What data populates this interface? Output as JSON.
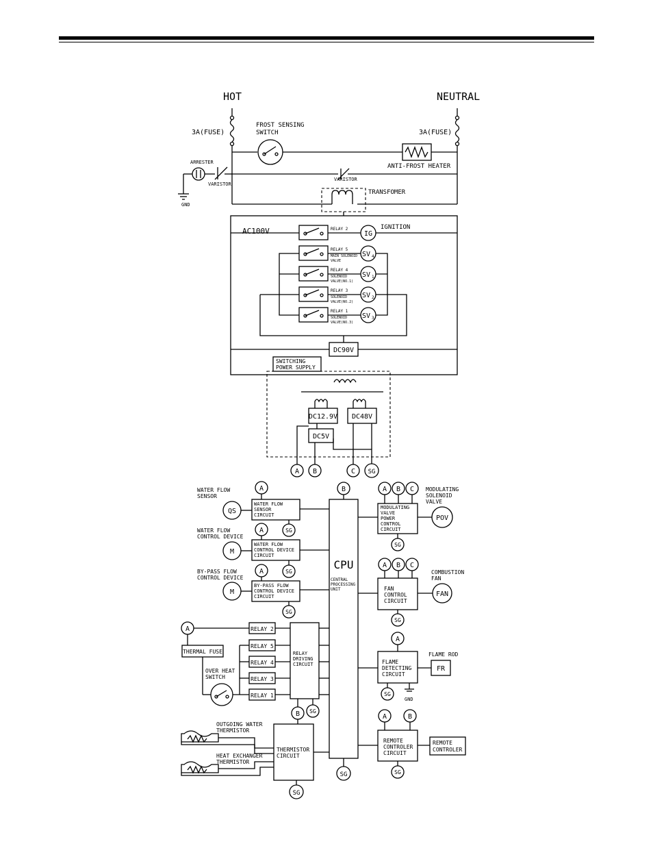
{
  "power": {
    "hot": "HOT",
    "neutral": "NEUTRAL",
    "fuse_left": "3A(FUSE)",
    "fuse_right": "3A(FUSE)",
    "frost_switch_1": "FROST SENSING",
    "frost_switch_2": "SWITCH",
    "anti_frost_heater": "ANTI-FROST HEATER",
    "arrester": "ARRESTER",
    "varistor_left": "VARISTOR",
    "varistor_mid": "VARISTOR",
    "gnd": "GND",
    "transformer": "TRANSFOMER"
  },
  "relays": {
    "ac100v": "AC100V",
    "relay2": "RELAY 2",
    "ignition": "IGNITION",
    "ig": "IG",
    "relay5": "RELAY 5",
    "sv4_label_1": "MAIN SOLENOID",
    "sv4_label_2": "VALVE",
    "relay4": "RELAY 4",
    "sv1_label_1": "SOLENOID",
    "sv1_label_2": "VALVE(NO.1)",
    "relay3": "RELAY 3",
    "sv2_label_1": "SOLENOID",
    "sv2_label_2": "VALVE(NO.2)",
    "relay1": "RELAY 1",
    "sv3_label_1": "SOLENOID",
    "sv3_label_2": "VALVE(NO.3)",
    "sv4": "SV",
    "sv4_sub": "4",
    "sv1": "SV",
    "sv1_sub": "1",
    "sv2": "SV",
    "sv2_sub": "2",
    "sv3": "SV",
    "sv3_sub": "3",
    "dc90v": "DC90V"
  },
  "supply": {
    "switching_1": "SWITCHING",
    "switching_2": "POWER SUPPLY",
    "dc129": "DC12.9V",
    "dc48": "DC48V",
    "dc5": "DC5V",
    "term_a": "A",
    "term_b": "B",
    "term_c": "C",
    "term_sg": "SG"
  },
  "cpu": {
    "label": "CPU",
    "sub_1": "CENTRAL",
    "sub_2": "PROCESSING",
    "sub_3": "UNIT",
    "top_term": "B",
    "bottom_term": "SG"
  },
  "left_blocks": {
    "wfs_label_1": "WATER FLOW",
    "wfs_label_2": "SENSOR",
    "qs": "QS",
    "wfs_box_1": "WATER FLOW",
    "wfs_box_2": "SENSOR",
    "wfs_box_3": "CIRCUIT",
    "wfc_label_1": "WATER FLOW",
    "wfc_label_2": "CONTROL DEVICE",
    "wfc_box_1": "WATER FLOW",
    "wfc_box_2": "CONTROL DEVICE",
    "wfc_box_3": "CIRCUIT",
    "bp_label_1": "BY-PASS FLOW",
    "bp_label_2": "CONTROL DEVICE",
    "bp_box_1": "BY-PASS FLOW",
    "bp_box_2": "CONTROL DEVICE",
    "bp_box_3": "CIRCUIT",
    "m": "M",
    "a": "A",
    "sg": "SG",
    "thermal_fuse": "THERMAL FUSE",
    "over_heat_1": "OVER HEAT",
    "over_heat_2": "SWITCH",
    "relay2": "RELAY 2",
    "relay5": "RELAY 5",
    "relay4": "RELAY 4",
    "relay3": "RELAY 3",
    "relay1": "RELAY 1",
    "rdc_1": "RELAY",
    "rdc_2": "DRIVING",
    "rdc_3": "CIRCUIT",
    "b": "B",
    "out_therm_1": "OUTGOING WATER",
    "out_therm_2": "THERMISTOR",
    "hx_therm_1": "HEAT EXCHANGER",
    "hx_therm_2": "THERMISTOR",
    "therm_box_1": "THERMISTOR",
    "therm_box_2": "CIRCUIT"
  },
  "right_blocks": {
    "mod_label_1": "MODULATING",
    "mod_label_2": "SOLENOID",
    "mod_label_3": "VALVE",
    "mod_box_1": "MODULATING",
    "mod_box_2": "VALVE",
    "mod_box_3": "POWER",
    "mod_box_4": "CONTROL",
    "mod_box_5": "CIRCUIT",
    "pov": "POV",
    "comb_label_1": "COMBUSTION",
    "comb_label_2": "FAN",
    "fan_box_1": "FAN",
    "fan_box_2": "CONTROL",
    "fan_box_3": "CIRCUIT",
    "fan": "FAN",
    "flame_rod": "FLAME ROD",
    "flame_box_1": "FLAME",
    "flame_box_2": "DETECTING",
    "flame_box_3": "CIRCUIT",
    "fr": "FR",
    "gnd": "GND",
    "remote_box_1": "REMOTE",
    "remote_box_2": "CONTROLER",
    "remote_box_3": "CIRCUIT",
    "remote_ctrl_1": "REMOTE",
    "remote_ctrl_2": "CONTROLER",
    "a": "A",
    "b": "B",
    "c": "C",
    "sg": "SG"
  }
}
